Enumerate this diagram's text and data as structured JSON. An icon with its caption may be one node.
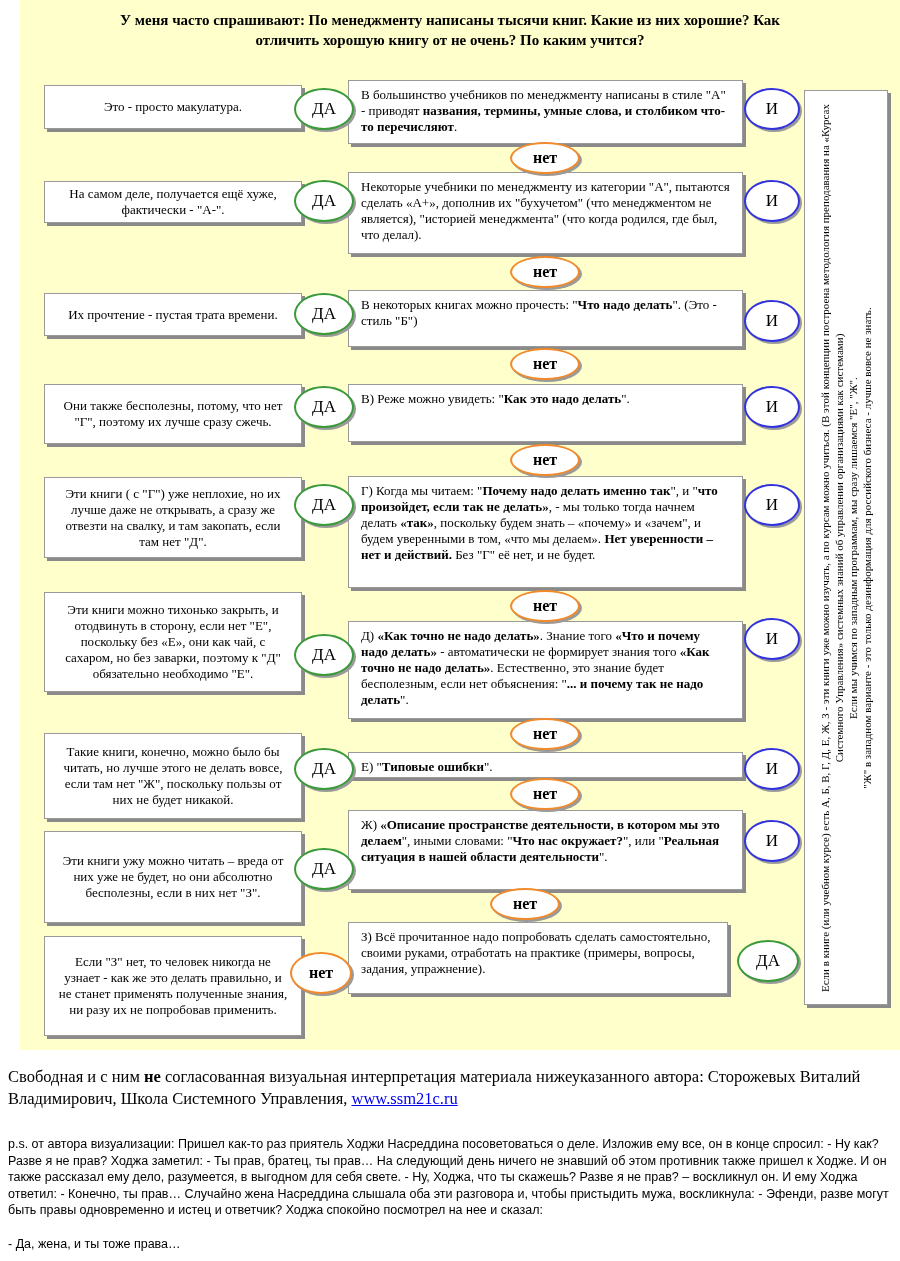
{
  "diagram": {
    "title": "У меня часто спрашивают: По менеджменту написаны тысячи книг. Какие из них хорошие? Как отличить хорошую книгу от не очень? По каким учится?",
    "nodes": [
      {
        "text": [
          "Это - просто макулатура."
        ]
      },
      {
        "text": [
          "ДА"
        ]
      },
      {
        "text": [
          "В большинство учебников по менеджменту написаны в стиле \"А\" - приводят **названия, термины, умные слова, и столбиком что-то перечисляют**."
        ]
      },
      {
        "text": [
          "И"
        ]
      },
      {
        "text": [
          "нет"
        ]
      },
      {
        "text": [
          "На самом деле, получается ещё хуже, фактически - \"А-\"."
        ]
      },
      {
        "text": [
          "ДА"
        ]
      },
      {
        "text": [
          "Некоторые учебники по менеджменту из категории \"А\", пытаются сделать «А+», дополнив их \"бухучетом\" (что менеджментом не является), \"историей менеджмента\" (что когда родился, где был, что делал)."
        ]
      },
      {
        "text": [
          "И"
        ]
      },
      {
        "text": [
          "нет"
        ]
      },
      {
        "text": [
          "Их прочтение - пустая трата времени."
        ]
      },
      {
        "text": [
          "ДА"
        ]
      },
      {
        "text": [
          "В некоторых книгах можно прочесть: \"**Что надо делать**\". (Это - стиль \"Б\")"
        ]
      },
      {
        "text": [
          "И"
        ]
      },
      {
        "text": [
          "нет"
        ]
      },
      {
        "text": [
          "Они также бесполезны, потому, что нет \"Г\", поэтому их лучше сразу сжечь."
        ]
      },
      {
        "text": [
          "ДА"
        ]
      },
      {
        "text": [
          "В) Реже можно увидеть: \"**Как это надо делать**\"."
        ]
      },
      {
        "text": [
          "И"
        ]
      },
      {
        "text": [
          "нет"
        ]
      },
      {
        "text": [
          "Эти книги ( с \"Г\") уже неплохие, но их лучше даже не открывать, а сразу же отвезти на свалку, и там закопать, если там нет \"Д\"."
        ]
      },
      {
        "text": [
          "ДА"
        ]
      },
      {
        "text": [
          "Г) Когда мы читаем: \"**Почему надо делать именно так**\", и \"**что произойдет, если так не делать»**, - мы только тогда начнем делать **«так»**, поскольку будем знать – «почему» и «зачем\", и будем уверенными в том, «что мы делаем». **Нет уверенности – нет и действий.** Без \"Г\" её нет, и не будет."
        ]
      },
      {
        "text": [
          "И"
        ]
      },
      {
        "text": [
          "нет"
        ]
      },
      {
        "text": [
          "Эти книги можно тихонько закрыть, и отодвинуть в сторону, если нет \"Е\", поскольку без «Е», они как чай, с сахаром, но без заварки, поэтому к \"Д\" обязательно необходимо \"Е\"."
        ]
      },
      {
        "text": [
          "ДА"
        ]
      },
      {
        "text": [
          "Д) **«Как точно не надо делать»**. Знание того **«Что и почему надо делать»** - автоматически не формирует знания того **«Как точно не надо делать»**. Естественно, это знание будет бесполезным, если нет объяснения: \"**... и почему так не надо делать**\"."
        ]
      },
      {
        "text": [
          "И"
        ]
      },
      {
        "text": [
          "нет"
        ]
      },
      {
        "text": [
          "Такие книги, конечно, можно было бы читать, но лучше этого не делать вовсе, если там нет \"Ж\", поскольку пользы от них не будет никакой."
        ]
      },
      {
        "text": [
          "ДА"
        ]
      },
      {
        "text": [
          "Е) \"**Типовые ошибки**\"."
        ]
      },
      {
        "text": [
          "И"
        ]
      },
      {
        "text": [
          "нет"
        ]
      },
      {
        "text": [
          "Эти книги ужу можно читать – вреда от них уже не будет, но они абсолютно бесполезны, если в них нет \"З\"."
        ]
      },
      {
        "text": [
          "ДА"
        ]
      },
      {
        "text": [
          "Ж) **«Описание пространстве деятельности, в котором мы это делаем**\", иными словами: \"**Что нас окружает?**\", или \"**Реальная ситуация в нашей области деятельности**\"."
        ]
      },
      {
        "text": [
          "И"
        ]
      },
      {
        "text": [
          "нет"
        ]
      },
      {
        "text": [
          "Если \"З\" нет, то человек никогда не узнает - как же это делать правильно, и не станет применять полученные знания, ни разу их не попробовав применить."
        ]
      },
      {
        "text": [
          "нет"
        ]
      },
      {
        "text": [
          "З) Всё прочитанное надо попробовать сделать самостоятельно, своими руками, отработать на практике (примеры, вопросы, задания, упражнение)."
        ]
      },
      {
        "text": [
          "ДА"
        ]
      },
      {
        "text": [
          "Если в книге (или учебном курсе) есть А, Б, В, Г, Д, Е, Ж, З - эти книги уже можно изучать, а по курсам можно учиться. (В этой концепции построена методология преподавания на «Курсах Системного Управления» системных знаний об управлении организациями как системами)",
          "Если мы учимся по западным программам, мы сразу лишаемся \"Е\", \"Ж\".",
          "\"Ж\" в западном варианте - это только дезинформация для российского бизнеса - лучше вовсе не знать."
        ]
      }
    ],
    "labels": [
      "Свободная и с ним **не** согласованная визуальная интерпретация материала нижеуказанного автора: Сторожевых Виталий Владимирович, Школа Системного Управления,",
      "www.ssm21c.ru",
      "p.s. от автора визуализации: Пришел как-то раз приятель Ходжи Насреддина посоветоваться о деле. Изложив ему все, он в конце спросил: - Ну как? Разве я не прав? Ходжа заметил: - Ты прав, братец, ты прав… На следующий день ничего не знавший об этом противник также пришел к Ходже. И он также рассказал ему дело, разумеется, в выгодном для себя свете. - Ну, Ходжа, что ты скажешь? Разве я не прав? – воскликнул он. И ему Ходжа ответил: - Конечно, ты прав… Случайно жена Насреддина слышала оба эти разговора и, чтобы пристыдить мужа, воскликнула: - Эфенди, разве могут быть правы одновременно и истец и ответчик? Ходжа спокойно посмотрел на нее и сказал:",
      "- Да, жена, и ты тоже права…"
    ]
  }
}
